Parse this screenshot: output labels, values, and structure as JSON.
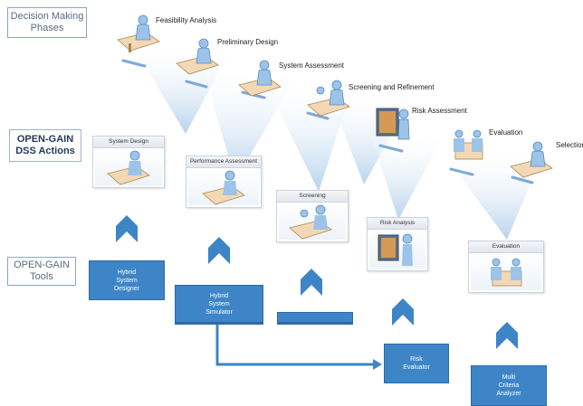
{
  "rows": {
    "phases": "Decision Making\nPhases",
    "actions": "OPEN-GAIN\nDSS Actions",
    "tools": "OPEN-GAIN\nTools"
  },
  "phases": [
    {
      "label": "Feasibility Analysis"
    },
    {
      "label": "Preliminary Design"
    },
    {
      "label": "System Assessment"
    },
    {
      "label": "Screening and Refinement"
    },
    {
      "label": "Risk Assessment"
    },
    {
      "label": "Evaluation"
    },
    {
      "label": "Selection"
    }
  ],
  "actions": [
    {
      "label": "System Design"
    },
    {
      "label": "Performance Assessment"
    },
    {
      "label": "Screening"
    },
    {
      "label": "Risk Analysis"
    },
    {
      "label": "Evaluation"
    }
  ],
  "tools": [
    {
      "label": "Hybrid\nSystem\nDesigner"
    },
    {
      "label": "Hybrid\nSystem\nSimulator"
    },
    {
      "label": ""
    },
    {
      "label": "Risk\nEvaluator"
    },
    {
      "label": "Multi\nCriteria\nAnalyzer"
    }
  ],
  "colors": {
    "tool_fill": "#3d85c6",
    "funnel": "#c5dcef",
    "connector": "#3d85c6"
  }
}
